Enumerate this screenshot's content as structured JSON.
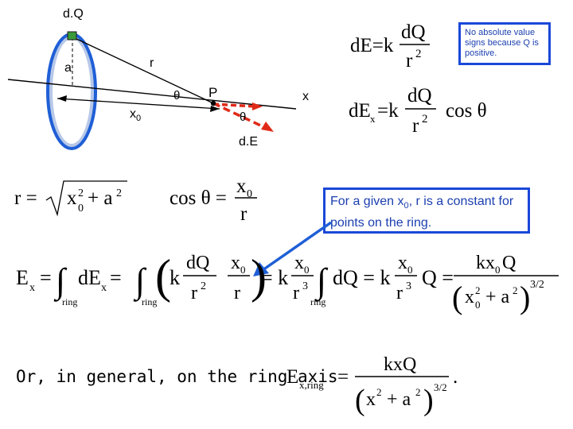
{
  "diagram": {
    "labels": {
      "dq": "d.Q",
      "a": "a",
      "r": "r",
      "theta_left": "θ",
      "p": "P",
      "x": "x",
      "x0": "x",
      "x0_sub": "0",
      "theta_right": "θ",
      "de": "d.E"
    },
    "colors": {
      "ring": "#1f5fd6",
      "ring_fill": "#b7c8e8",
      "field_arrow": "#e02a18",
      "dq_marker": "#3a9a3a",
      "note_border": "#1a48d8",
      "note_text": "#1b3fb0"
    }
  },
  "notes": {
    "absolute_value": "No absolute value signs because Q is positive.",
    "constant_r_1": "For a given x",
    "constant_r_sub": "0",
    "constant_r_2": ", r is a constant for points on the ring."
  },
  "equations": {
    "de_magnitude": {
      "lhs": "dE=k",
      "num": "dQ",
      "den": "r",
      "den_exp": "2"
    },
    "dex": {
      "lhs": "dE",
      "lhs_sub": "x",
      "eq": "=k",
      "num": "dQ",
      "den": "r",
      "den_exp": "2",
      "trail": "cos θ"
    },
    "r_def": "r = √(x0² + a²)",
    "cos_def": "cos θ = x0 / r",
    "ex_integral": "Ex = ∫ring dEx = ∫ring (k dQ/r²)(x0/r) = k (x0/r³) ∫ring dQ = k (x0/r³) Q = k x0 Q / (x0² + a²)^(3/2)",
    "general": "Ex,ring = k x Q / (x² + a²)^(3/2)"
  },
  "footer": {
    "text": "Or, in general, on the ring axis"
  }
}
